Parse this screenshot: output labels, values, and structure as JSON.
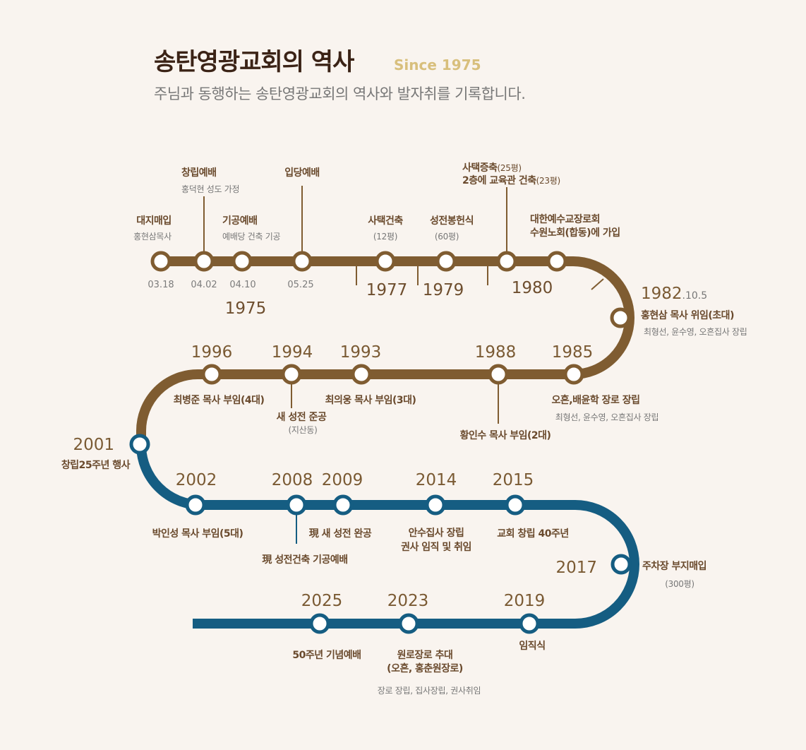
{
  "header": {
    "title": "송탄영광교회의 역사",
    "since": "Since 1975",
    "subtitle": "주님과 동행하는 송탄영광교회의 역사와 발자취를 기록합니다."
  },
  "colors": {
    "brown": "#7f5c31",
    "teal": "#155d82",
    "background": "#f9f4ef",
    "accent": "#d8bf7c"
  },
  "events_1975": {
    "year": "1975",
    "items": [
      {
        "label": "대지매입",
        "sub": "홍현삼목사",
        "date": "03.18"
      },
      {
        "label": "창립예배",
        "sub": "홍덕현 성도 가정",
        "date": "04.02"
      },
      {
        "label": "기공예배",
        "sub": "예배당 건축 기공",
        "date": "04.10"
      },
      {
        "label": "입당예배",
        "date": "05.25"
      }
    ]
  },
  "events_1977": {
    "year": "1977",
    "label": "사택건축",
    "sub": "(12평)"
  },
  "events_1979": {
    "year": "1979",
    "label": "성전봉헌식",
    "sub": "(60평)"
  },
  "events_1980": {
    "year": "1980",
    "label_a1": "사택증축",
    "label_a1_small": "(25평)",
    "label_a2": "2층에 교육관 건축",
    "label_a2_small": "(23평)",
    "label_b1": "대한예수교장로회",
    "label_b2": "수원노회(합동)에 가입"
  },
  "events_1982": {
    "year": "1982",
    "date": ".10.5",
    "label": "홍현삼 목사 위임(초대)",
    "sub": "최형선, 윤수영, 오흔집사 장립"
  },
  "events_1985": {
    "year": "1985",
    "label": "오흔,배윤학 장로 장립",
    "sub": "최형선, 윤수영, 오흔집사 장립"
  },
  "events_1988": {
    "year": "1988",
    "label": "황인수 목사 부임(2대)"
  },
  "events_1993": {
    "year": "1993",
    "label": "최의웅 목사 부임(3대)"
  },
  "events_1994": {
    "year": "1994",
    "label": "새 성전 준공",
    "sub": "(지산동)"
  },
  "events_1996": {
    "year": "1996",
    "label": "최병준 목사 부임(4대)"
  },
  "events_2001": {
    "year": "2001",
    "label": "창립25주년 행사"
  },
  "events_2002": {
    "year": "2002",
    "label": "박인성 목사 부임(5대)"
  },
  "events_2008": {
    "year": "2008",
    "label": "現 성전건축 기공예배"
  },
  "events_2009": {
    "year": "2009",
    "label": "現 새 성전 완공"
  },
  "events_2014": {
    "year": "2014",
    "label1": "안수집사 장립",
    "label2": "권사 임직 및 취임"
  },
  "events_2015": {
    "year": "2015",
    "label": "교회 창립 40주년"
  },
  "events_2017": {
    "year": "2017",
    "label": "주차장 부지매입",
    "sub": "(300평)"
  },
  "events_2019": {
    "year": "2019",
    "label": "임직식"
  },
  "events_2023": {
    "year": "2023",
    "label1": "원로장로 추대",
    "label2": "(오흔, 홍춘원장로)",
    "sub": "장로 장립, 집사장립, 권사취임"
  },
  "events_2025": {
    "year": "2025",
    "label": "50주년 기념예배"
  }
}
